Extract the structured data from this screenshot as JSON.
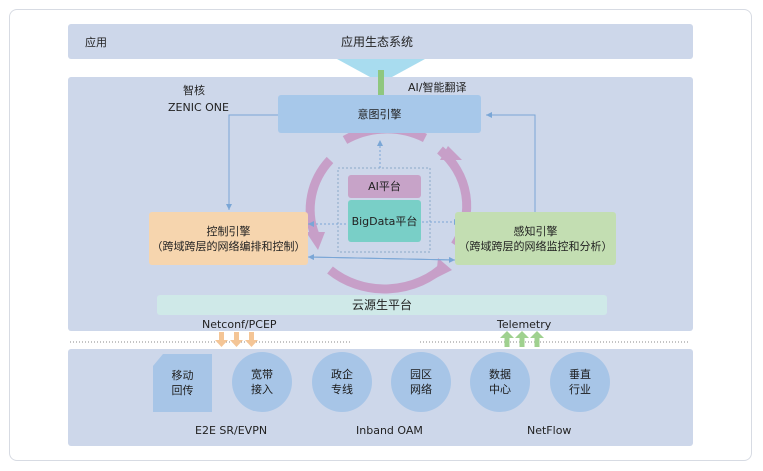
{
  "app": {
    "label": "应用",
    "ecosystem": "应用生态系统"
  },
  "core": {
    "brand_cn": "智核",
    "brand_en": "ZENIC ONE",
    "ai_translate": "AI/智能翻译",
    "intent_engine": "意图引擎",
    "ai_platform": "AI平台",
    "bigdata_platform": "BigData平台",
    "control_engine": {
      "title": "控制引擎",
      "subtitle": "（跨域跨层的网络编排和控制）"
    },
    "perception_engine": {
      "title": "感知引擎",
      "subtitle": "（跨域跨层的网络监控和分析）"
    },
    "cloud_platform": "云源生平台"
  },
  "interfaces": {
    "left": "Netconf/PCEP",
    "right": "Telemetry"
  },
  "network": {
    "nodes": [
      {
        "line1": "移动",
        "line2": "回传"
      },
      {
        "line1": "宽带",
        "line2": "接入"
      },
      {
        "line1": "政企",
        "line2": "专线"
      },
      {
        "line1": "园区",
        "line2": "网络"
      },
      {
        "line1": "数据",
        "line2": "中心"
      },
      {
        "line1": "垂直",
        "line2": "行业"
      }
    ],
    "protocols": [
      "E2E SR/EVPN",
      "Inband OAM",
      "NetFlow"
    ]
  },
  "colors": {
    "band": "#cdd7ea",
    "intent": "#a7c8ea",
    "control": "#f6d5ae",
    "perception": "#c3deb2",
    "ai": "#c7a3c8",
    "bigdata": "#79cfc7",
    "cloud": "#cfe9e8",
    "cycle": "#c79fc8",
    "node": "#a7c5e7",
    "funnel": "#a8dcef"
  }
}
